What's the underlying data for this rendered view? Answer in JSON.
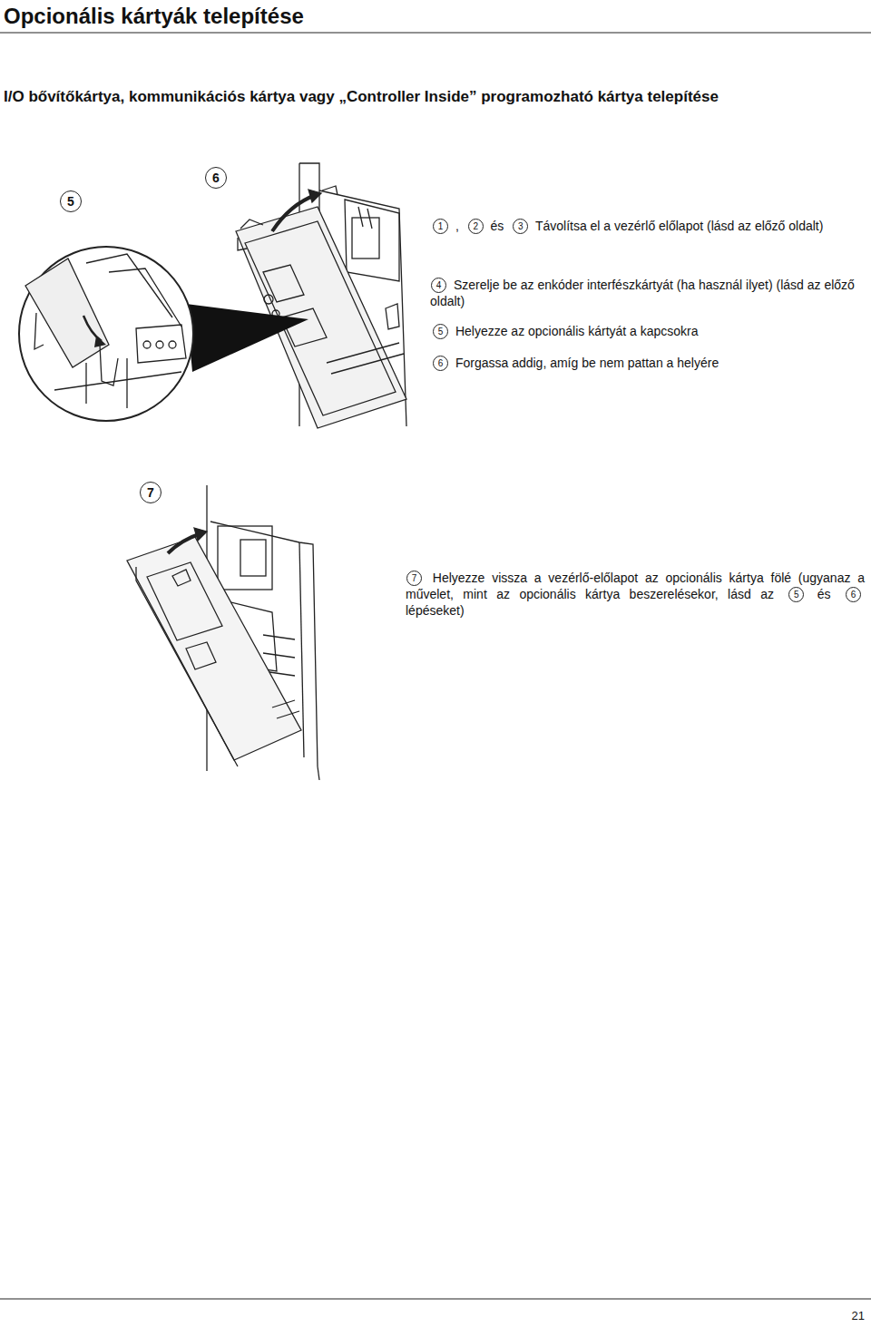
{
  "diagram": {
    "title": "Opcionális kártyák telepítése",
    "labels": [
      "I/O bővítőkártya, kommunikációs kártya vagy „Controller Inside” programozható kártya telepítése",
      "5",
      "6",
      "1",
      ",",
      "2",
      "és",
      "3",
      "Távolítsa el a vezérlő előlapot (lásd az előző oldalt)",
      "4",
      "Szerelje be az enkóder interfészkártyát (ha használ ilyet) (lásd az előző oldalt)",
      "5",
      "Helyezze az opcionális kártyát a kapcsokra",
      "6",
      "Forgassa addig, amíg be nem pattan a helyére",
      "7",
      "7",
      "Helyezze vissza a vezérlő-előlapot az opcionális kártya fölé (ugyanaz a művelet, mint az opcionális kártya beszerelésekor, lásd az",
      "5",
      "és",
      "6",
      "lépéseket)",
      "21"
    ]
  }
}
